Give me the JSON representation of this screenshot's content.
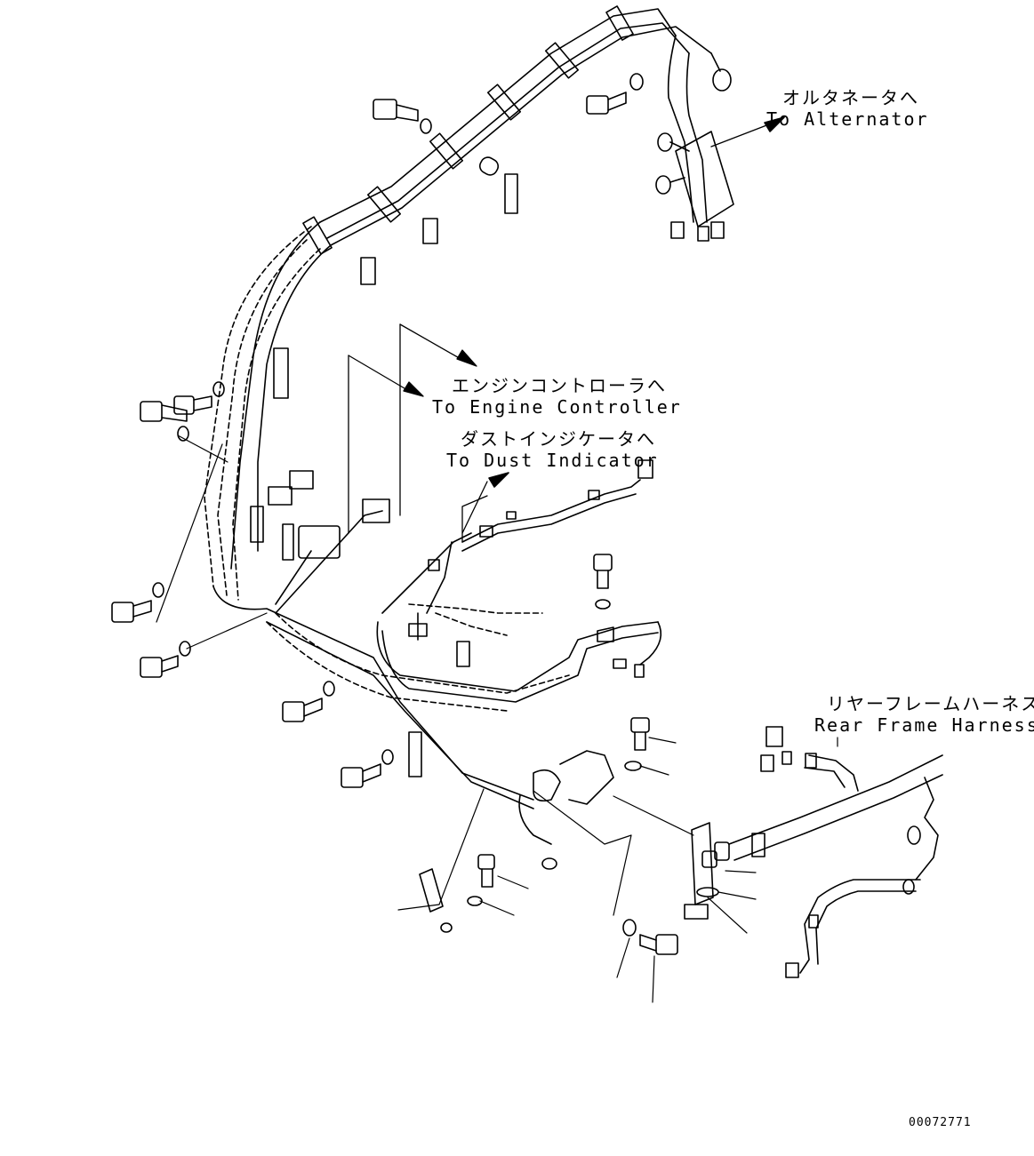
{
  "callouts": {
    "alternator": {
      "jp": "オルタネータへ",
      "en": "To Alternator"
    },
    "engine_controller": {
      "jp": "エンジンコントローラへ",
      "en": "To Engine Controller"
    },
    "dust_indicator": {
      "jp": "ダストインジケータへ",
      "en": "To Dust Indicator"
    },
    "rear_frame_harness": {
      "jp": "リヤーフレームハーネス",
      "en": "Rear Frame Harness"
    }
  },
  "drawing_number": "00072771"
}
